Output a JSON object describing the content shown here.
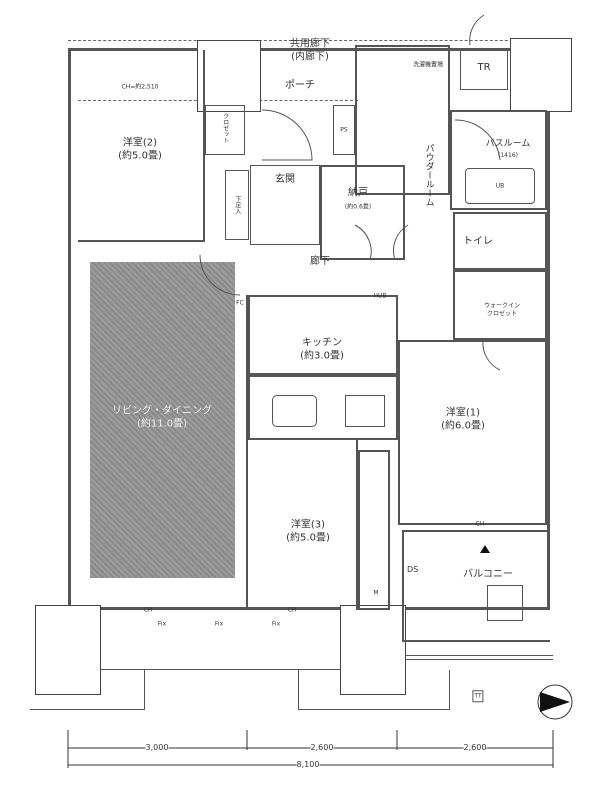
{
  "corridor": {
    "line1": "共用廊下",
    "line2": "(内廊下)"
  },
  "rooms": {
    "western2": {
      "name": "洋室(2)",
      "size": "(約5.0畳)",
      "ch": "CH=約2,510"
    },
    "porch": "ポーチ",
    "entrance": "玄関",
    "storage": {
      "name": "納戸",
      "size": "(約0.6畳)"
    },
    "hallway": "廊下",
    "bath": {
      "name": "バスルーム",
      "size": "(1416)"
    },
    "powder": "パウダールーム",
    "toilet": "トイレ",
    "walkin": {
      "line1": "ウォークイン",
      "line2": "クロゼット"
    },
    "living": {
      "name": "リビング・ダイニング",
      "size": "(約11.0畳)"
    },
    "kitchen": {
      "name": "キッチン",
      "size": "(約3.0畳)"
    },
    "western1": {
      "name": "洋室(1)",
      "size": "(約6.0畳)"
    },
    "western3": {
      "name": "洋室(3)",
      "size": "(約5.0畳)"
    },
    "balcony": "バルコニー",
    "closet": "クロゼット",
    "shoes": "下足入"
  },
  "marks": {
    "tr": "TR",
    "ps": "PS",
    "ds": "DS",
    "fix": "Fix",
    "ch": "CH",
    "hub": "HUB",
    "tt": "TT",
    "ub": "UB",
    "washer": "洗濯機置場",
    "fc": "FC",
    "m": "M"
  },
  "dimensions": {
    "seg1": "3,000",
    "seg2": "2,600",
    "seg3": "2,600",
    "total": "8,100"
  }
}
